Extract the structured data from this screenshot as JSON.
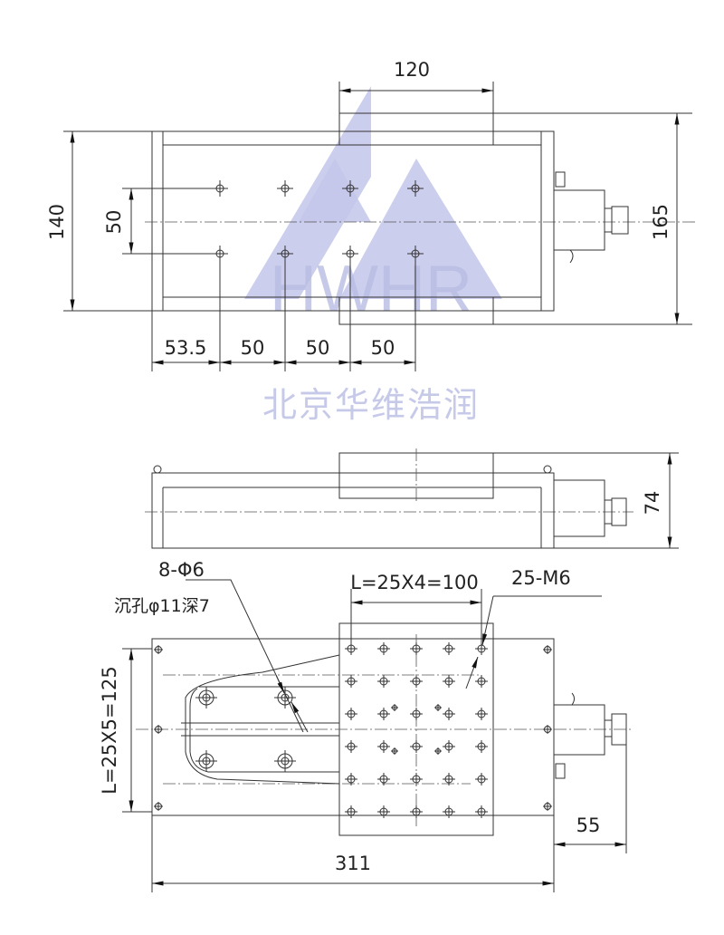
{
  "watermark": {
    "logo_text": "HWHR",
    "company": "北京华维浩润",
    "color": "#b9bde3"
  },
  "top_view": {
    "dim_width_carriage": "120",
    "dim_height_base": "140",
    "dim_hole_spacing_y": "50",
    "dim_height_total": "165",
    "dim_bottom": [
      "53.5",
      "50",
      "50",
      "50"
    ]
  },
  "side_view": {
    "dim_height": "74"
  },
  "bottom_view": {
    "hole_note": "8-Φ6",
    "counterbore_note": "沉孔φ11深7",
    "grid_x": "L=25X4=100",
    "thread_note": "25-M6",
    "grid_y": "L=25X5=125",
    "dim_total_length": "311",
    "dim_motor": "55"
  }
}
